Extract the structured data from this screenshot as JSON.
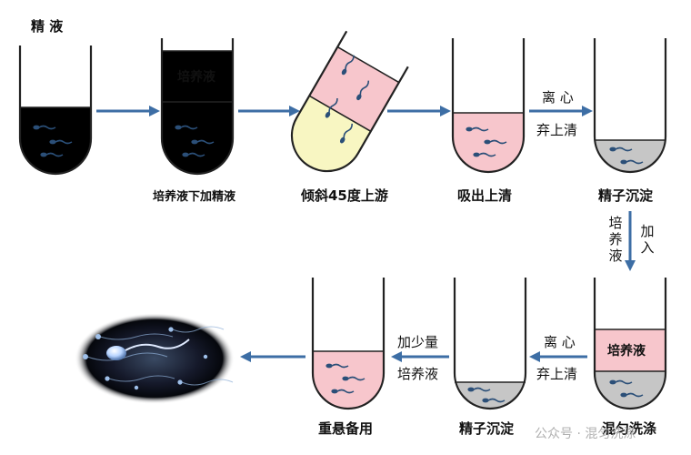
{
  "title": "精 液",
  "colors": {
    "semen": "#f8f6c2",
    "medium": "#f7c6cc",
    "sediment": "#c6c6c6",
    "tube": "#222222",
    "arrow": "#3d6ea5",
    "sperm": "#2b4f78"
  },
  "medium_label": "培养液",
  "steps": {
    "s1": "培养液下加精液",
    "s2": "倾斜45度上游",
    "s3": "吸出上清",
    "s4": "精子沉淀",
    "s5": "混匀洗涤",
    "s6": "精子沉淀",
    "s7": "重悬备用"
  },
  "arrows": {
    "a1": {
      "top": "离 心",
      "bottom": "弃上清"
    },
    "a2": {
      "left": "培养液",
      "right": "加入"
    },
    "a3": {
      "top": "离 心",
      "bottom": "弃上清"
    },
    "a4": {
      "top": "加少量",
      "bottom": "培养液"
    }
  },
  "watermark": "公众号 · 混匀洗涤"
}
